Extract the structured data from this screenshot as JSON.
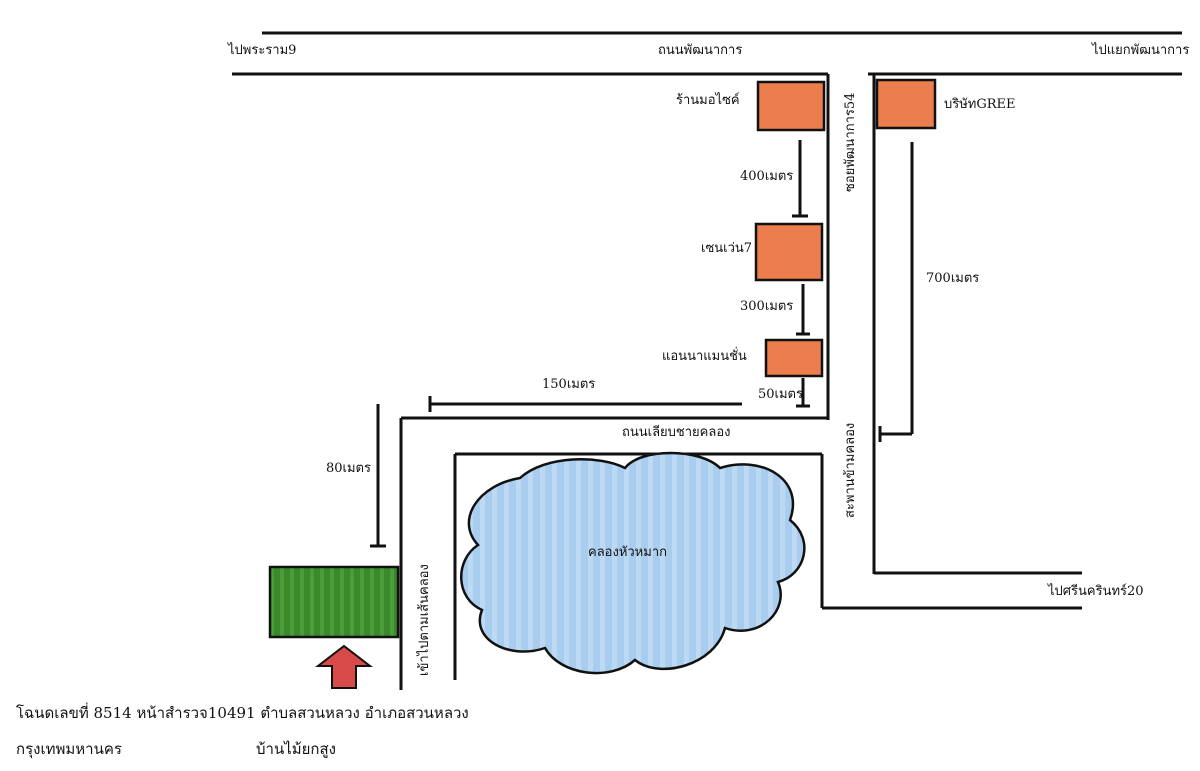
{
  "roads": {
    "main_road": "ถนนพัฒนาการ",
    "to_rama9": "ไปพระราม9",
    "to_phatthanakan_junction": "ไปแยกพัฒนาการ",
    "soi_54": "ซอยพัฒนาการ54",
    "canal_side_road": "ถนนเลียบชายคลอง",
    "canal_bridge": "สะพานข้ามคลอง",
    "enter_along_canal": "เข้าไปตามเส้นคลอง",
    "to_srinakarin_20": "ไปศรีนครินทร์20"
  },
  "landmarks": {
    "motorcycle_shop": "ร้านมอไซค์",
    "gree_company": "บริษัทGREE",
    "seven_eleven": "เซนเว่น7",
    "anna_mansion": "แอนนาแมนชั่น",
    "canal": "คลองหัวหมาก"
  },
  "distances": {
    "d400": "400เมตร",
    "d300": "300เมตร",
    "d50": "50เมตร",
    "d150": "150เมตร",
    "d700": "700เมตร",
    "d80": "80เมตร"
  },
  "footer": {
    "line1": "โฉนดเลขที่ 8514 หน้าสำรวจ10491 ตำบลสวนหลวง อำเภอสวนหลวง",
    "line2_left": "กรุงเทพมหานคร",
    "line2_right": "บ้านไม้ยกสูง"
  },
  "colors": {
    "building": "#ec7d4c",
    "land_plot": "#3a8a2c",
    "canal": "#a9cdee",
    "arrow": "#d94a4a",
    "road": "#111111"
  },
  "icons": {
    "target_arrow": "up-arrow-icon"
  }
}
